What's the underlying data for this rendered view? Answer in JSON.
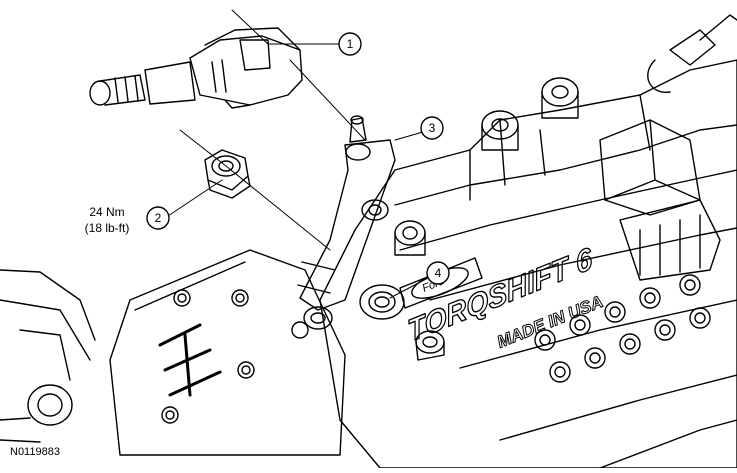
{
  "diagram": {
    "callouts": [
      {
        "id": "1",
        "label": "1"
      },
      {
        "id": "2",
        "label": "2"
      },
      {
        "id": "3",
        "label": "3"
      },
      {
        "id": "4",
        "label": "4"
      }
    ],
    "torque_spec": {
      "line1": "24 Nm",
      "line2": "(18 lb-ft)"
    },
    "casting_text": {
      "brand": "TORQSHIFT 6",
      "origin": "MADE IN USA",
      "oval_logo": "Ford"
    },
    "figure_id": "N0119883"
  },
  "colors": {
    "line": "#000000",
    "background": "#ffffff"
  }
}
